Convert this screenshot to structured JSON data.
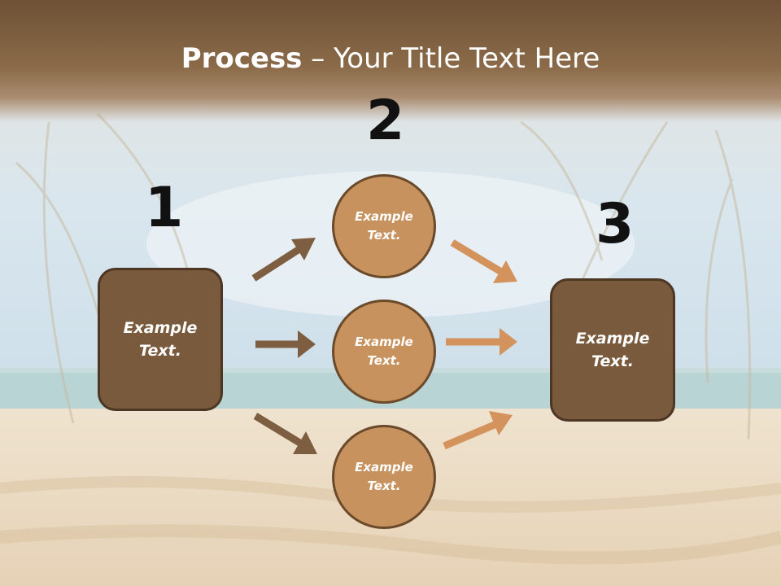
{
  "slide": {
    "title_bold": "Process",
    "title_rest": " – Your Title Text Here"
  },
  "steps": {
    "one": "1",
    "two": "2",
    "three": "3"
  },
  "left_box": {
    "line1": "Example",
    "line2": "Text."
  },
  "circles": [
    {
      "line1": "Example",
      "line2": "Text."
    },
    {
      "line1": "Example",
      "line2": "Text."
    },
    {
      "line1": "Example",
      "line2": "Text."
    }
  ],
  "right_box": {
    "line1": "Example",
    "line2": "Text."
  },
  "colors": {
    "title_band": "#7a5a3c",
    "box_fill": "#7a5a3c",
    "circle_fill": "#c8925e",
    "arrow_dark": "#7e5e40",
    "arrow_light": "#d4935c"
  }
}
